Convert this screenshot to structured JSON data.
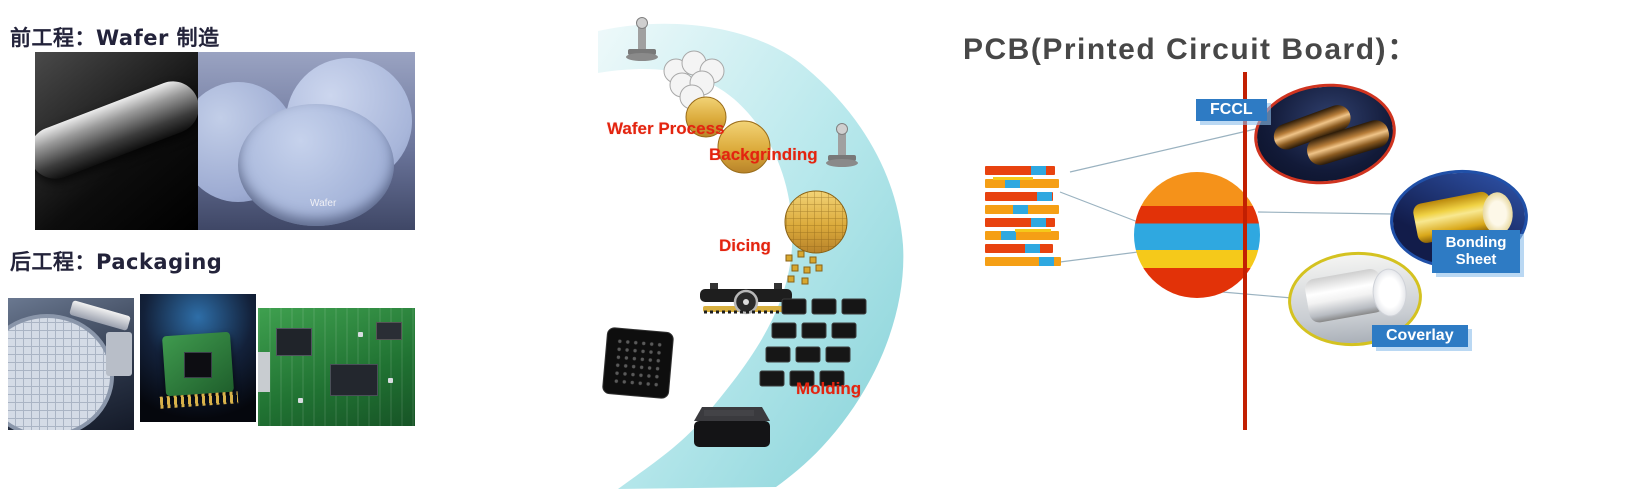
{
  "left": {
    "front_title": "前工程：Wafer 制造",
    "back_title": "后工程：Packaging",
    "wafer_label": "Wafer"
  },
  "middle": {
    "labels": {
      "wafer_process": "Wafer Process",
      "backgrinding": "Backgrinding",
      "dicing": "Dicing",
      "molding": "Molding"
    }
  },
  "right": {
    "title": "PCB(Printed Circuit Board)：",
    "callouts": [
      {
        "label": "FCCL"
      },
      {
        "label": "Bonding Sheet"
      },
      {
        "label": "Coverlay"
      }
    ]
  },
  "colors": {
    "label_red": "#e3240f",
    "callout_blue": "#2e7bc4",
    "ribbon_teal": "#9adde0",
    "pcb_red": "#e23208",
    "pcb_orange": "#f5921a",
    "pcb_blue": "#2fa8e0",
    "pcb_yellow": "#f5c91a"
  }
}
